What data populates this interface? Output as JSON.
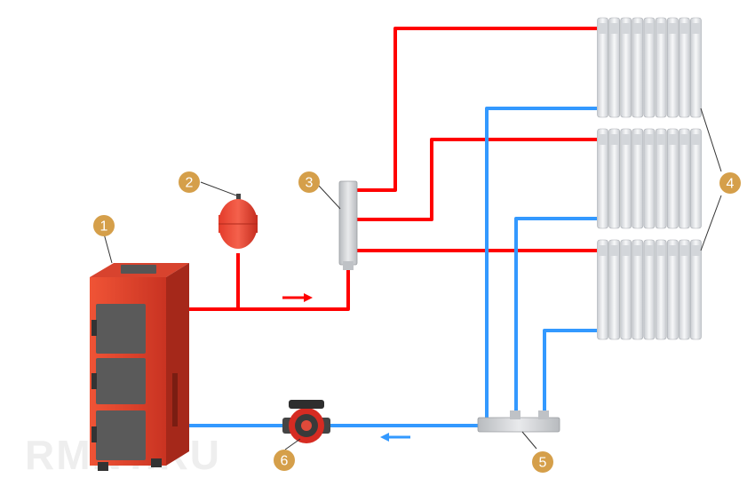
{
  "colors": {
    "supply_pipe": "#ff0000",
    "return_pipe": "#3399ff",
    "badge": "#d59f4a",
    "boiler_body": "#e8402c",
    "radiator": "#e4e6e9"
  },
  "watermark": "RMNT.RU",
  "callouts": [
    {
      "label": "1",
      "refers_to": "solid-fuel boiler"
    },
    {
      "label": "2",
      "refers_to": "expansion tank"
    },
    {
      "label": "3",
      "refers_to": "supply manifold"
    },
    {
      "label": "4",
      "refers_to": "radiators"
    },
    {
      "label": "5",
      "refers_to": "return manifold"
    },
    {
      "label": "6",
      "refers_to": "circulation pump"
    }
  ],
  "flow_arrows": [
    {
      "direction": "right",
      "pipe": "supply"
    },
    {
      "direction": "left",
      "pipe": "return"
    }
  ],
  "radiator_count": 3,
  "radiator_sections": 9
}
